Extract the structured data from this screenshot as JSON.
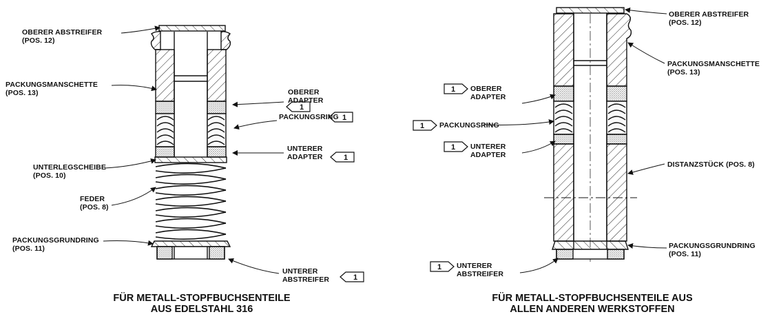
{
  "note_marker": "1",
  "left": {
    "labels": {
      "top_wiper": [
        "OBERER ABSTREIFER",
        "(POS. 12)"
      ],
      "packing_box": [
        "PACKUNGSMANSCHETTE",
        "(POS. 13)"
      ],
      "upper_adapter": [
        "OBERER",
        "ADAPTER"
      ],
      "packing_ring": "PACKUNGSRING",
      "lower_adapter": [
        "UNTERER",
        "ADAPTER"
      ],
      "washer": [
        "UNTERLEGSCHEIBE",
        "(POS. 10)"
      ],
      "spring": [
        "FEDER",
        "(POS. 8)"
      ],
      "packing_base": [
        "PACKUNGSGRUNDRING",
        "(POS. 11)"
      ],
      "lower_wiper": [
        "UNTERER",
        "ABSTREIFER"
      ]
    },
    "caption": [
      "FÜR METALL-STOPFBUCHSENTEILE",
      "AUS EDELSTAHL 316"
    ]
  },
  "right": {
    "labels": {
      "top_wiper": [
        "OBERER ABSTREIFER",
        "(POS. 12)"
      ],
      "packing_box": [
        "PACKUNGSMANSCHETTE",
        "(POS. 13)"
      ],
      "upper_adapter": [
        "OBERER",
        "ADAPTER"
      ],
      "packing_ring": "PACKUNGSRING",
      "lower_adapter": [
        "UNTERER",
        "ADAPTER"
      ],
      "spacer": "DISTANZSTÜCK (POS. 8)",
      "packing_base": [
        "PACKUNGSGRUNDRING",
        "(POS. 11)"
      ],
      "lower_wiper": [
        "UNTERER",
        "ABSTREIFER"
      ]
    },
    "caption": [
      "FÜR METALL-STOPFBUCHSENTEILE AUS",
      "ALLEN ANDEREN WERKSTOFFEN"
    ]
  }
}
